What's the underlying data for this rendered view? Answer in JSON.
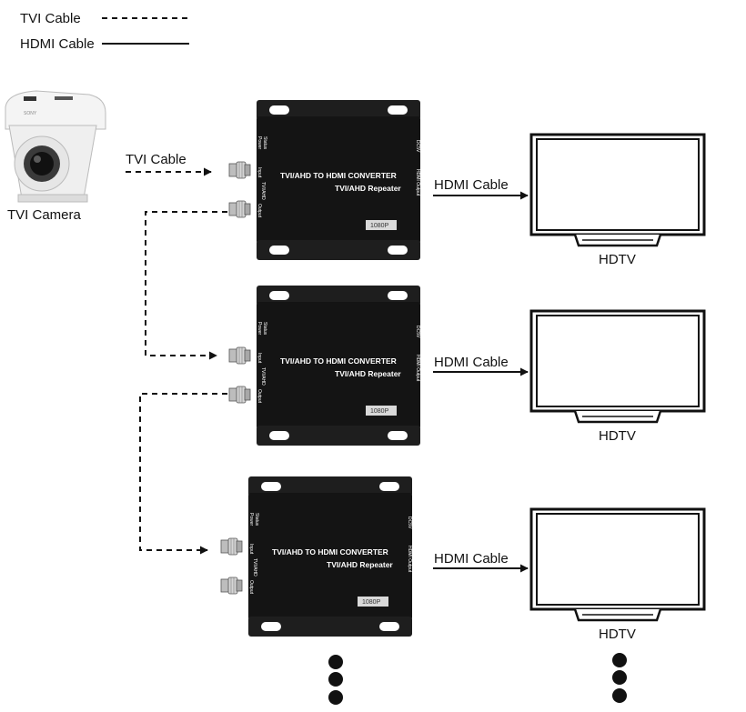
{
  "legend": {
    "tvi_label": "TVI Cable",
    "hdmi_label": "HDMI Cable"
  },
  "camera": {
    "label": "TVI Camera",
    "brand": "SONY"
  },
  "cables": {
    "tvi_input_label": "TVI Cable",
    "hdmi_output_label": "HDMI Cable"
  },
  "device": {
    "title": "TVI/AHD TO HDMI CONVERTER",
    "subtitle": "TVI/AHD Repeater",
    "badge": "1080P",
    "status_label": "Status",
    "power_label": "Power",
    "input_label": "Input",
    "output_label": "Output",
    "tviahd_label": "TVI/AHD",
    "dc_label": "DC5V",
    "hdmi_output_label": "HDMI Output"
  },
  "display": {
    "label": "HDTV"
  },
  "continuation": {
    "dots_count": 3
  },
  "colors": {
    "device_body": "#141414",
    "device_mount": "#1e1e1e",
    "line": "#111111"
  }
}
